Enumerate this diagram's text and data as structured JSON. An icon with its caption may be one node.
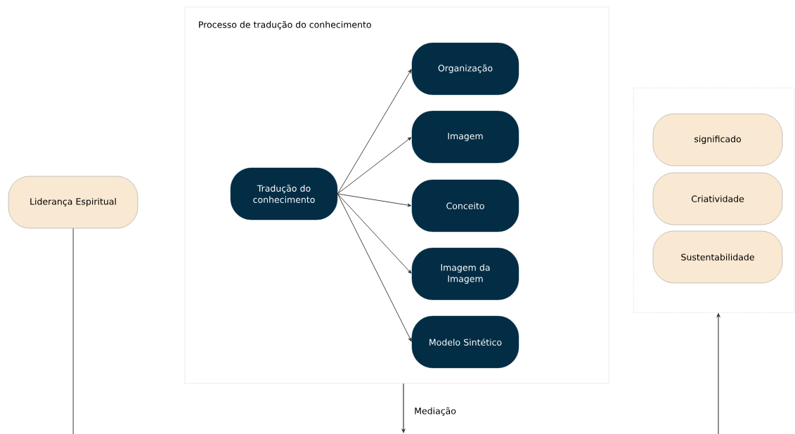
{
  "diagram": {
    "nodes": [
      {
        "text": [
          "Liderança Espiritual"
        ]
      },
      {
        "text": [
          "Processo de tradução do conhecimento"
        ]
      },
      {
        "text": [
          "Tradução do conhecimento"
        ],
        "in": 1
      },
      {
        "text": [
          "Organização"
        ],
        "in": 1
      },
      {
        "text": [
          "Imagem"
        ],
        "in": 1
      },
      {
        "text": [
          "Conceito"
        ],
        "in": 1
      },
      {
        "text": [
          "Imagem da Imagem"
        ],
        "in": 1
      },
      {
        "text": [
          "Modelo Sintético"
        ],
        "in": 1
      },
      {
        "text": [],
        "shape": "box"
      },
      {
        "text": [
          "significado"
        ],
        "in": 8
      },
      {
        "text": [
          "Criatividade"
        ],
        "in": 8
      },
      {
        "text": [
          "Sustentabilidade"
        ],
        "in": 8
      }
    ],
    "edges": [
      {
        "from": 2,
        "to": 3,
        "arrow": "to"
      },
      {
        "from": 2,
        "to": 4,
        "arrow": "to"
      },
      {
        "from": 2,
        "to": 5,
        "arrow": "to"
      },
      {
        "from": 2,
        "to": 6,
        "arrow": "to"
      },
      {
        "from": 2,
        "to": 7,
        "arrow": "to"
      },
      {
        "from": 0,
        "to": null,
        "arrow": "none"
      },
      {
        "from": 1,
        "to": null,
        "arrow": "to",
        "label": "Mediação"
      },
      {
        "from": null,
        "to": 8,
        "arrow": "to"
      }
    ]
  }
}
